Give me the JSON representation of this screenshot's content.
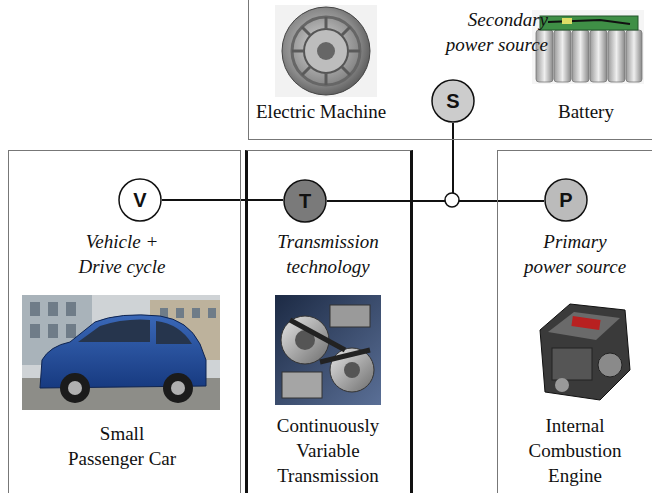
{
  "diagram": {
    "nodes": [
      {
        "text": [
          "Secondary power source",
          "Electric Machine",
          "Battery"
        ]
      },
      {
        "text": [
          "S"
        ],
        "in": 0
      },
      {
        "text": [
          "Vehicle + Drive cycle",
          "Small Passenger Car"
        ]
      },
      {
        "text": [
          "V"
        ],
        "in": 2
      },
      {
        "text": [
          "Transmission technology",
          "Continuously Variable Transmission"
        ]
      },
      {
        "text": [
          "T"
        ],
        "in": 4
      },
      {
        "text": [
          "Primary power source",
          "Internal Combustion Engine"
        ]
      },
      {
        "text": [
          "P"
        ],
        "in": 6
      }
    ],
    "edges": [
      {
        "from": 3,
        "to": 5,
        "arrow": "none"
      },
      {
        "from": 5,
        "to": 1,
        "arrow": "none"
      },
      {
        "from": 5,
        "to": 7,
        "arrow": "none"
      }
    ]
  }
}
